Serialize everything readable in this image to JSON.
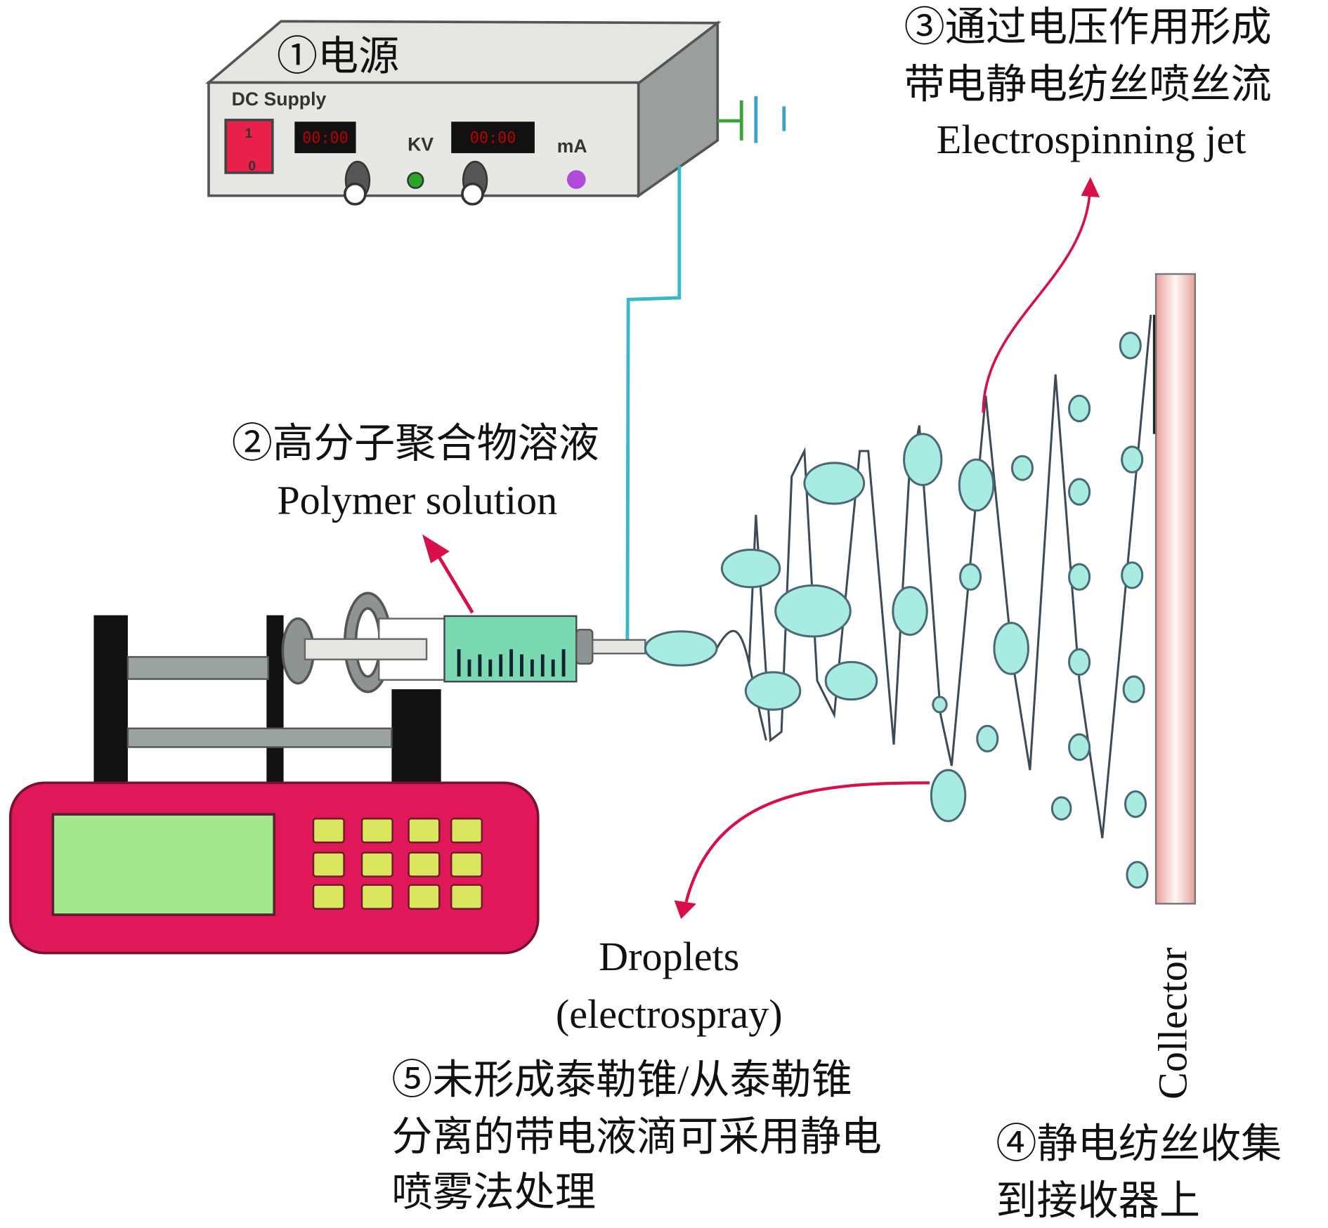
{
  "labels": {
    "power_supply": "①电源",
    "polymer_cn": "②高分子聚合物溶液",
    "polymer_en": "Polymer solution",
    "jet_cn_1": "③通过电压作用形成",
    "jet_cn_2": "带电静电纺丝喷丝流",
    "jet_en": "Electrospinning jet",
    "collect_cn_1": "④静电纺丝收集",
    "collect_cn_2": "到接收器上",
    "droplets_en_1": "Droplets",
    "droplets_en_2": "(electrospray)",
    "droplets_cn_1": "⑤未形成泰勒锥/从泰勒锥",
    "droplets_cn_2": "分离的带电液滴可采用静电",
    "droplets_cn_3": "喷雾法处理",
    "collector": "Collector"
  },
  "dc_supply": {
    "title": "DC Supply",
    "switch_on": "1",
    "switch_off": "0",
    "voltage_display": "00:00",
    "voltage_unit": "KV",
    "current_display": "00:00",
    "current_unit": "mA"
  },
  "colors": {
    "pump_body": "#e0185a",
    "pump_screen": "#a3e88c",
    "pump_keys": "#d9e65e",
    "syringe_fluid": "#7ad9b0",
    "droplet": "#a8ebe0",
    "wire": "#3ab7c8",
    "arrow": "#d8104a",
    "collector": "#f2b8b4"
  }
}
